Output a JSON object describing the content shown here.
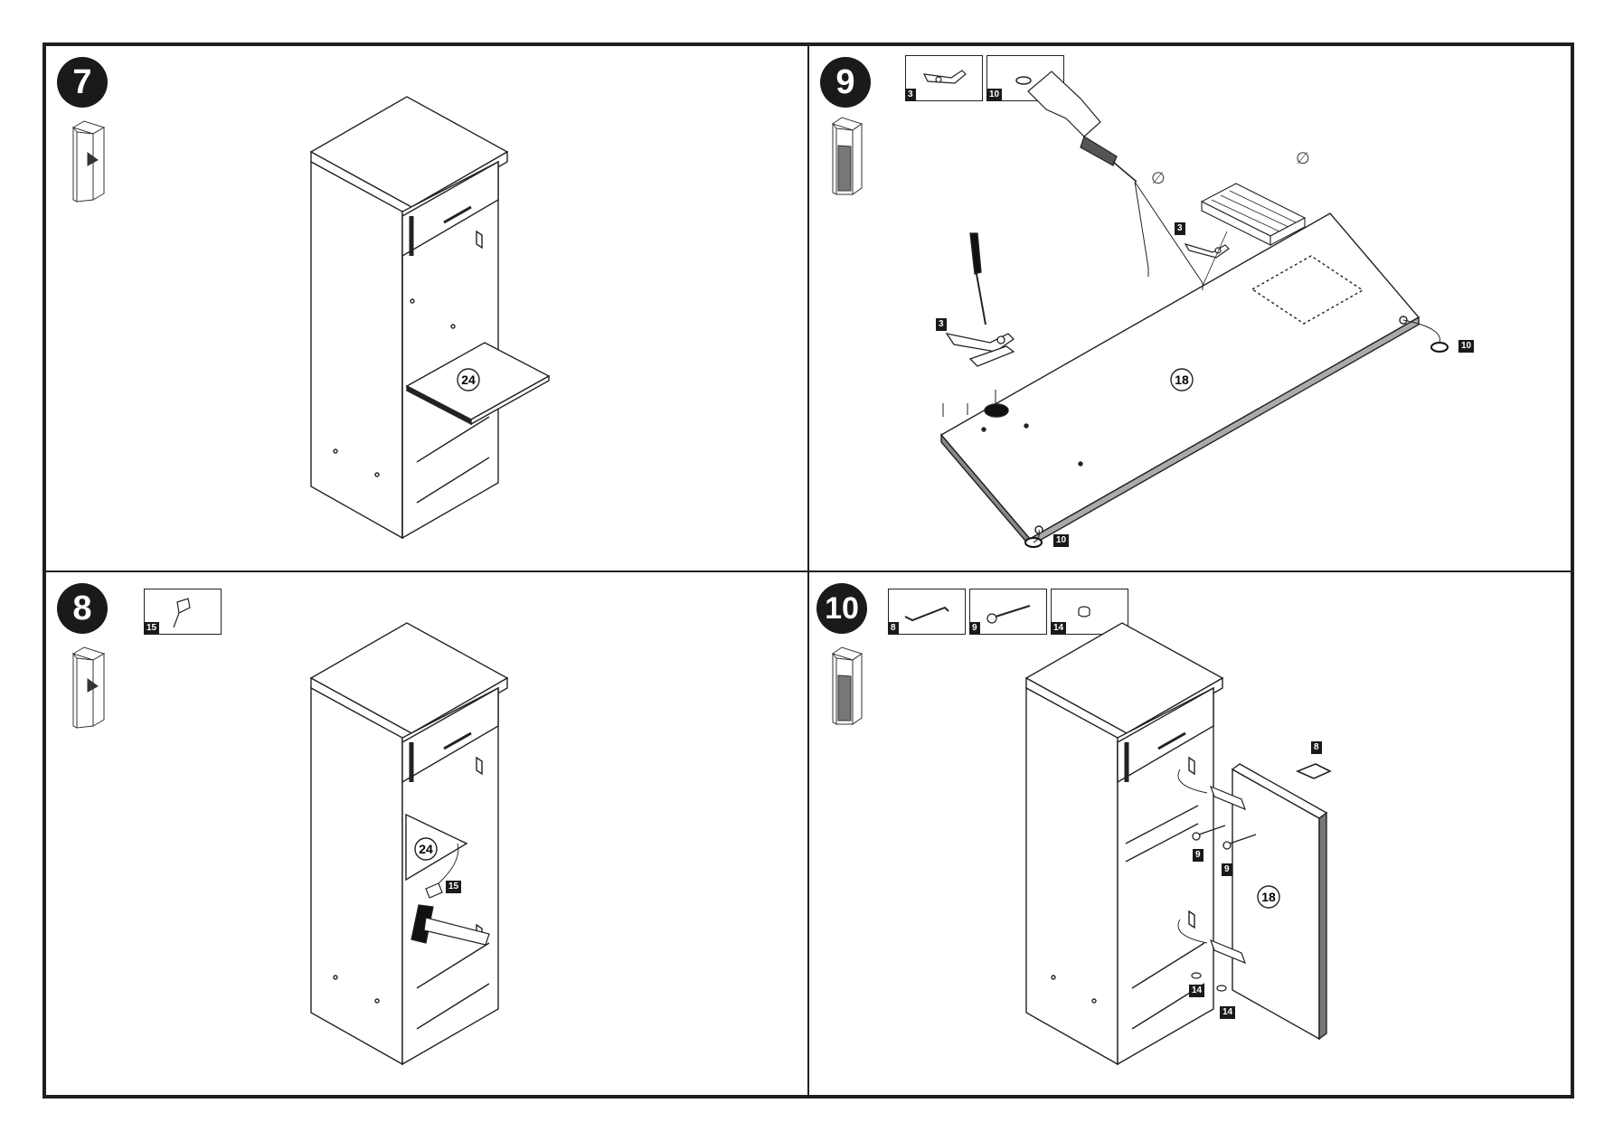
{
  "steps": {
    "s7": {
      "number": "7",
      "panel_label": "24"
    },
    "s8": {
      "number": "8",
      "panel_label": "24",
      "parts": [
        {
          "id": "15"
        }
      ],
      "callouts": [
        "15"
      ]
    },
    "s9": {
      "number": "9",
      "panel_label": "18",
      "parts": [
        {
          "id": "3"
        },
        {
          "id": "10"
        }
      ],
      "callouts": [
        "3",
        "3",
        "10",
        "10"
      ],
      "drill_symbol_1": "∅",
      "drill_symbol_2": "∅"
    },
    "s10": {
      "number": "10",
      "panel_label": "18",
      "parts": [
        {
          "id": "8"
        },
        {
          "id": "9"
        },
        {
          "id": "14"
        }
      ],
      "callouts": [
        "8",
        "9",
        "9",
        "14",
        "14"
      ]
    }
  },
  "icons": {
    "step-badge": "black-circle",
    "hinge": "hinge-icon",
    "foot-pad": "foot-pad-icon",
    "handle": "handle-icon",
    "screw": "screw-icon",
    "plug": "plug-icon",
    "dowel": "dowel-icon",
    "drill": "drill-icon",
    "screwdriver": "screwdriver-icon",
    "hammer": "hammer-icon",
    "wood": "wood-piece-icon",
    "mini-cabinet": "cabinet-thumbnail-icon"
  },
  "colors": {
    "ink": "#1a1a1a",
    "paper": "#ffffff",
    "frame": "#1f1f1f"
  }
}
